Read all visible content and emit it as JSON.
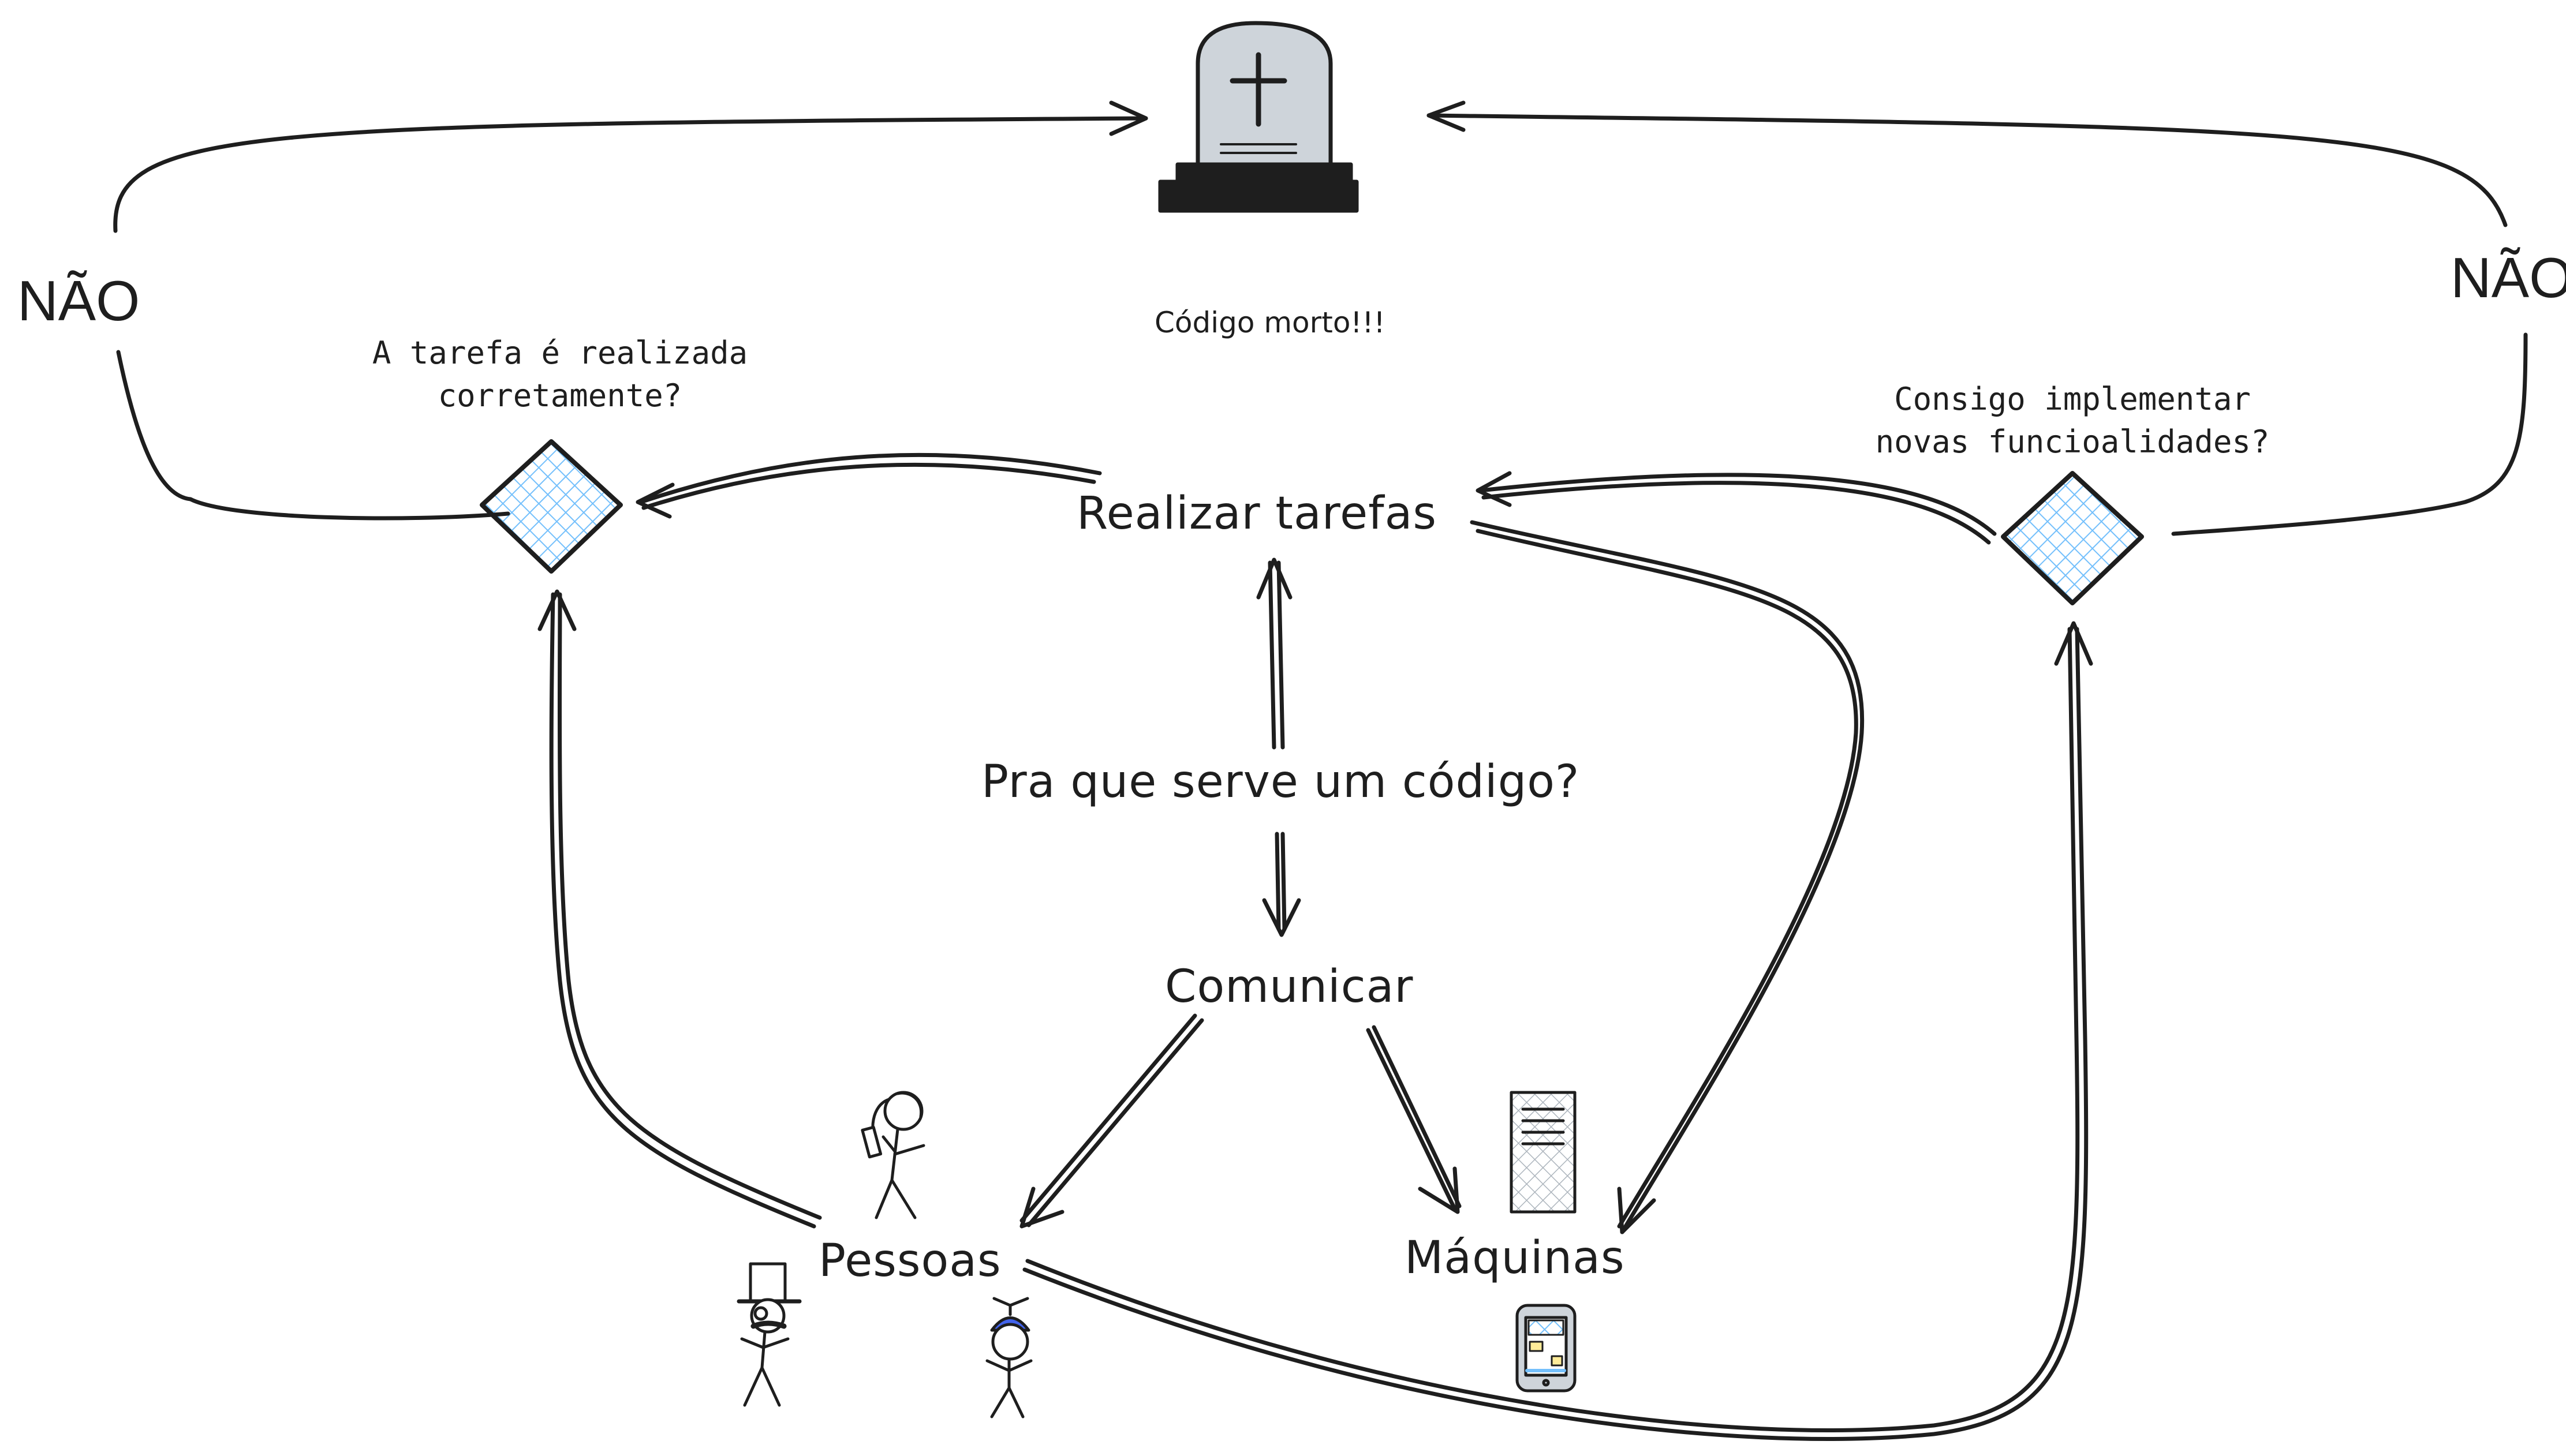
{
  "diagram": {
    "question": "Pra que serve um código?",
    "realizar_tarefas": "Realizar tarefas",
    "comunicar": "Comunicar",
    "pessoas": "Pessoas",
    "maquinas": "Máquinas",
    "codigo_morto": "Código morto!!!",
    "decision_left_line1": "A tarefa é realizada",
    "decision_left_line2": "corretamente?",
    "decision_right_line1": "Consigo implementar",
    "decision_right_line2": "novas funcioalidades?",
    "nao_left": "NÃO",
    "nao_right": "NÃO"
  },
  "colors": {
    "stroke": "#1e1e1e",
    "diamond_fill": "#a5d8ff",
    "tombstone_fill": "#ced4da",
    "cap_blue": "#4263eb"
  },
  "icons": [
    "tombstone-icon",
    "server-icon",
    "phone-icon",
    "stick-figure-icon"
  ]
}
